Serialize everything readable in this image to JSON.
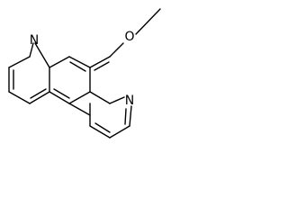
{
  "molecule": {
    "atoms": {
      "n_left": "N",
      "n_bottom": "N",
      "o_methoxy": "O"
    }
  }
}
